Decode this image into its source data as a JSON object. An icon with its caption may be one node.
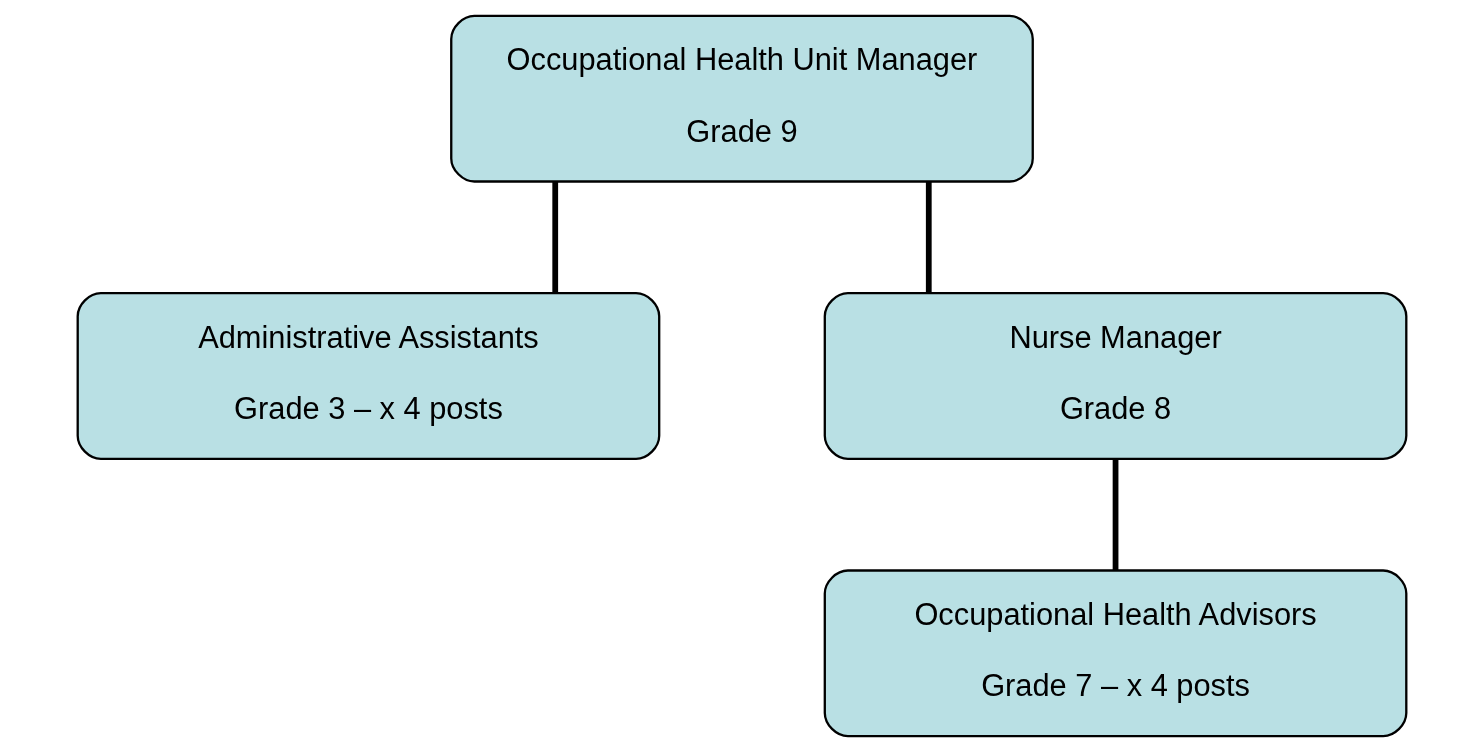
{
  "diagram": {
    "nodes": [
      {
        "text": [
          "Occupational Health Unit Manager",
          "Grade 9"
        ]
      },
      {
        "text": [
          "Administrative Assistants",
          "Grade 3 – x 4 posts"
        ]
      },
      {
        "text": [
          "Nurse Manager",
          "Grade 8"
        ]
      },
      {
        "text": [
          "Occupational Health Advisors",
          "Grade 7 – x 4 posts"
        ]
      }
    ],
    "edges": [
      {
        "from": 0,
        "to": 1,
        "arrow": "none"
      },
      {
        "from": 0,
        "to": 2,
        "arrow": "none"
      },
      {
        "from": 2,
        "to": 3,
        "arrow": "none"
      }
    ]
  }
}
